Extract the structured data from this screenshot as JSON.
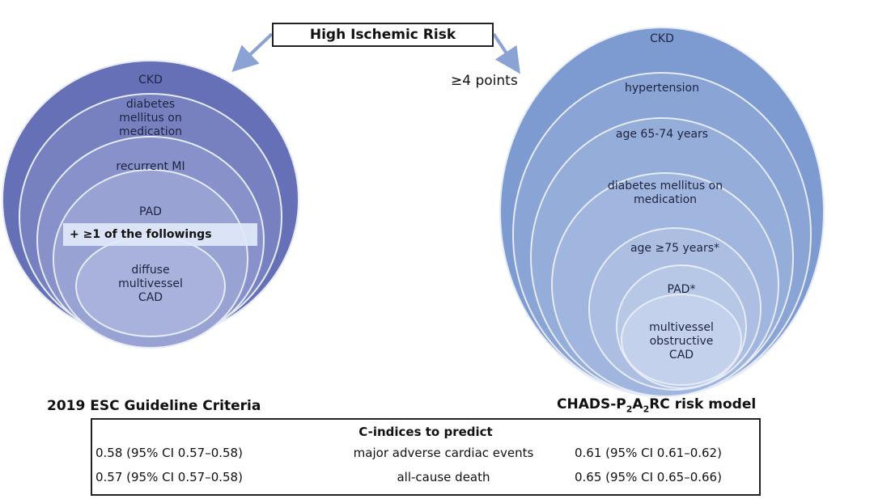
{
  "header": {
    "title": "High Ischemic Risk",
    "threshold": "≥4 points"
  },
  "left": {
    "caption": "2019 ESC Guideline Criteria",
    "band": "+ ≥1 of the followings",
    "layers": [
      {
        "lines": [
          "CKD"
        ]
      },
      {
        "lines": [
          "diabetes",
          "mellitus on",
          "medication"
        ]
      },
      {
        "lines": [
          "recurrent MI"
        ]
      },
      {
        "lines": [
          "PAD"
        ]
      },
      {
        "lines": [
          "diffuse",
          "multivessel",
          "CAD"
        ]
      }
    ]
  },
  "right": {
    "caption_main": "CHADS-P",
    "caption_sub1": "2",
    "caption_mid": "A",
    "caption_sub2": "2",
    "caption_end": "RC risk model",
    "layers": [
      {
        "lines": [
          "CKD"
        ]
      },
      {
        "lines": [
          "hypertension"
        ]
      },
      {
        "lines": [
          "age 65-74 years"
        ]
      },
      {
        "lines": [
          "diabetes mellitus on",
          "medication"
        ]
      },
      {
        "lines": [
          "age ≥75 years*"
        ]
      },
      {
        "lines": [
          "PAD*"
        ]
      },
      {
        "lines": [
          "multivessel",
          "obstructive",
          "CAD"
        ]
      }
    ]
  },
  "table": {
    "heading": "C-indices to predict",
    "rows": [
      {
        "esc": "0.58 (95% CI 0.57–0.58)",
        "outcome": "major adverse cardiac events",
        "chads": "0.61 (95% CI 0.61–0.62)"
      },
      {
        "esc": "0.57 (95% CI 0.57–0.58)",
        "outcome": "all-cause death",
        "chads": "0.65 (95% CI 0.65–0.66)"
      }
    ]
  },
  "colors": {
    "left_outer": "#6670b6",
    "left_inner": "#a9b2dc",
    "right_outer": "#7d9bd0",
    "right_inner": "#c3d1ec",
    "arrow": "#8aa2d4"
  }
}
